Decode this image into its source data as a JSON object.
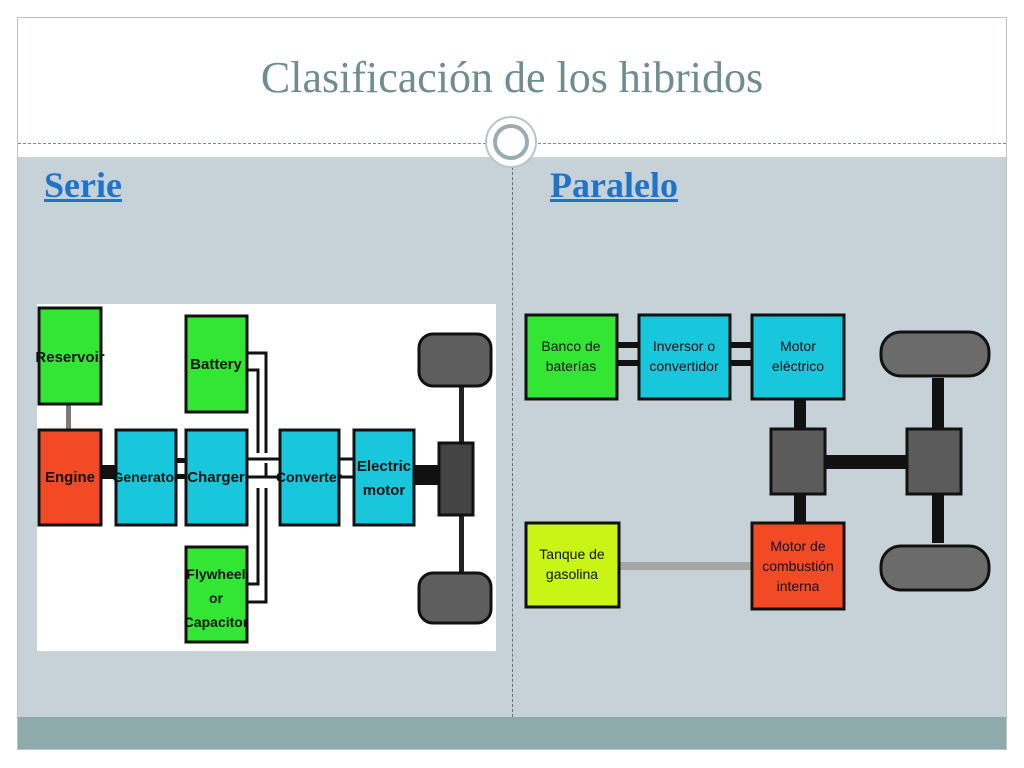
{
  "slide": {
    "title": "Clasificación de los hibridos"
  },
  "columns": {
    "serie": {
      "heading": "Serie"
    },
    "paralelo": {
      "heading": "Paralelo"
    }
  },
  "serie_diagram": {
    "reservoir": "Reservoir",
    "engine": "Engine",
    "generator": "Generator",
    "battery": "Battery",
    "charger": "Charger",
    "flywheel_lines": [
      "Flywheel",
      "or",
      "Capacitor"
    ],
    "converter": "Converter",
    "electric_motor_lines": [
      "Electric",
      "motor"
    ]
  },
  "paralelo_diagram": {
    "banco_lines": [
      "Banco de",
      "baterías"
    ],
    "inversor_lines": [
      "Inversor o",
      "convertidor"
    ],
    "motor_electrico_lines": [
      "Motor",
      "eléctrico"
    ],
    "tanque_lines": [
      "Tanque de",
      "gasolina"
    ],
    "motor_combustion_lines": [
      "Motor de",
      "combustión",
      "interna"
    ]
  },
  "colors": {
    "title": "#6f8c8f",
    "link": "#1f74c7",
    "content_bg": "#c7d1d8",
    "bottom_bar": "#8cabaa",
    "green": "#33e633",
    "red": "#f24a25",
    "cyan": "#19c7dd",
    "lime": "#c8f514",
    "gray": "#5b5b5b"
  }
}
